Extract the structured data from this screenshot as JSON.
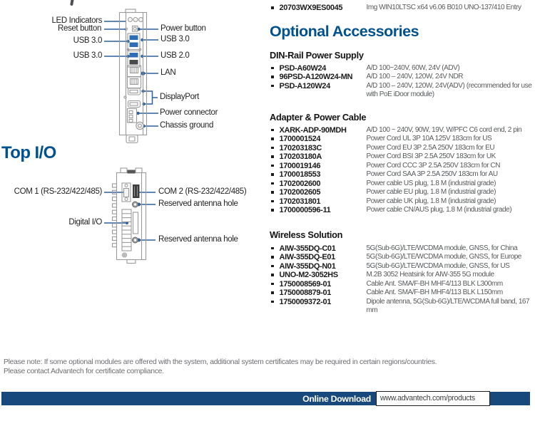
{
  "left_column": {
    "top_io_heading": "Top I/O",
    "front_diagram": {
      "labels_left": [
        "LED Indicators",
        "Reset button",
        "USB 3.0",
        "USB 3.0"
      ],
      "labels_right": [
        "Power button",
        "USB 3.0",
        "USB 2.0",
        "LAN",
        "DisplayPort",
        "Power connector",
        "Chassis ground"
      ]
    },
    "top_diagram": {
      "labels_left": [
        "COM 1 (RS-232/422/485)",
        "Digital I/O"
      ],
      "labels_right": [
        "COM 2 (RS-232/422/485)",
        "Reserved antenna hole",
        "Reserved antenna hole"
      ]
    }
  },
  "right_column": {
    "top_item": {
      "part": "20703WX9ES0045",
      "desc": "Img WIN10LTSC x64 v6.06 B010 UNO-137/410 Entry"
    },
    "heading": "Optional Accessories",
    "sections": [
      {
        "title": "DIN-Rail Power Supply",
        "items": [
          {
            "part": "PSD-A60W24",
            "desc": "A/D 100~240V, 60W, 24V (ADV)"
          },
          {
            "part": "96PSD-A120W24-MN",
            "desc": "A/D 100 – 240V, 120W, 24V NDR"
          },
          {
            "part": "PSD-A120W24",
            "desc": "A/D 100 – 240V, 120W, 24V(ADV) (recommended for use with PoE iDoor module)"
          }
        ]
      },
      {
        "title": "Adapter & Power Cable",
        "items": [
          {
            "part": "XARK-ADP-90MDH",
            "desc": "A/D 100 ~ 240V, 90W, 19V, W/PFC C6 cord end, 2 pin"
          },
          {
            "part": "1700001524",
            "desc": "Power Cord UL 3P 10A 125V 183cm for US"
          },
          {
            "part": "170203183C",
            "desc": "Power Cord EU 3P 2.5A 250V 183cm for EU"
          },
          {
            "part": "170203180A",
            "desc": "Power Cord BSI 3P 2.5A 250V 183cm for UK"
          },
          {
            "part": "1700019146",
            "desc": "Power Cord CCC 3P 2.5A 250V 183cm for CN"
          },
          {
            "part": "1700018553",
            "desc": "Power Cord SAA 3P 2.5A 250V 183cm for AU"
          },
          {
            "part": "1702002600",
            "desc": "Power cable US plug, 1.8 M (industrial grade)"
          },
          {
            "part": "1702002605",
            "desc": "Power cable EU plug, 1.8 M (industrial grade)"
          },
          {
            "part": "1702031801",
            "desc": "Power cable UK plug, 1.8 M (industrial grade)"
          },
          {
            "part": "1700000596-11",
            "desc": "Power cable CN/AUS plug, 1.8 M (industrial grade)"
          }
        ]
      },
      {
        "title": "Wireless Solution",
        "items": [
          {
            "part": "AIW-355DQ-C01",
            "desc": "5G(Sub-6G)/LTE/WCDMA module, GNSS, for China"
          },
          {
            "part": "AIW-355DQ-E01",
            "desc": "5G(Sub-6G)/LTE/WCDMA module, GNSS, for Europe"
          },
          {
            "part": "AIW-355DQ-N01",
            "desc": "5G(Sub-6G)/LTE/WCDMA module, GNSS, for US"
          },
          {
            "part": "UNO-M2-3052HS",
            "desc": "M.2B 3052 Heatsink for AIW-355 5G module"
          },
          {
            "part": "1750008569-01",
            "desc": "Cable Ant. SMA/F-BH MHF4/113 BLK L300mm"
          },
          {
            "part": "1750008879-01",
            "desc": "Cable Ant. SMA/F-BH MHF4/113 BLK L150mm"
          },
          {
            "part": "1750009372-01",
            "desc": "Dipole antenna, 5G(Sub-6G)/LTE/WCDMA full band, 167 mm"
          }
        ]
      }
    ]
  },
  "footer": {
    "note_line1": "Please note: If some optional modules are offered with the system, additional system certificates may be required in certain regions/countries.",
    "note_line2": "Please contact Advantech for certificate compliance.",
    "download_label": "Online Download",
    "download_url": "www.advantech.com/products"
  },
  "colors": {
    "heading_blue": "#00518f",
    "footer_navy": "#17497c",
    "leader_line_blue": "#2b5f9c",
    "usb_blue": "#2e6db5"
  }
}
